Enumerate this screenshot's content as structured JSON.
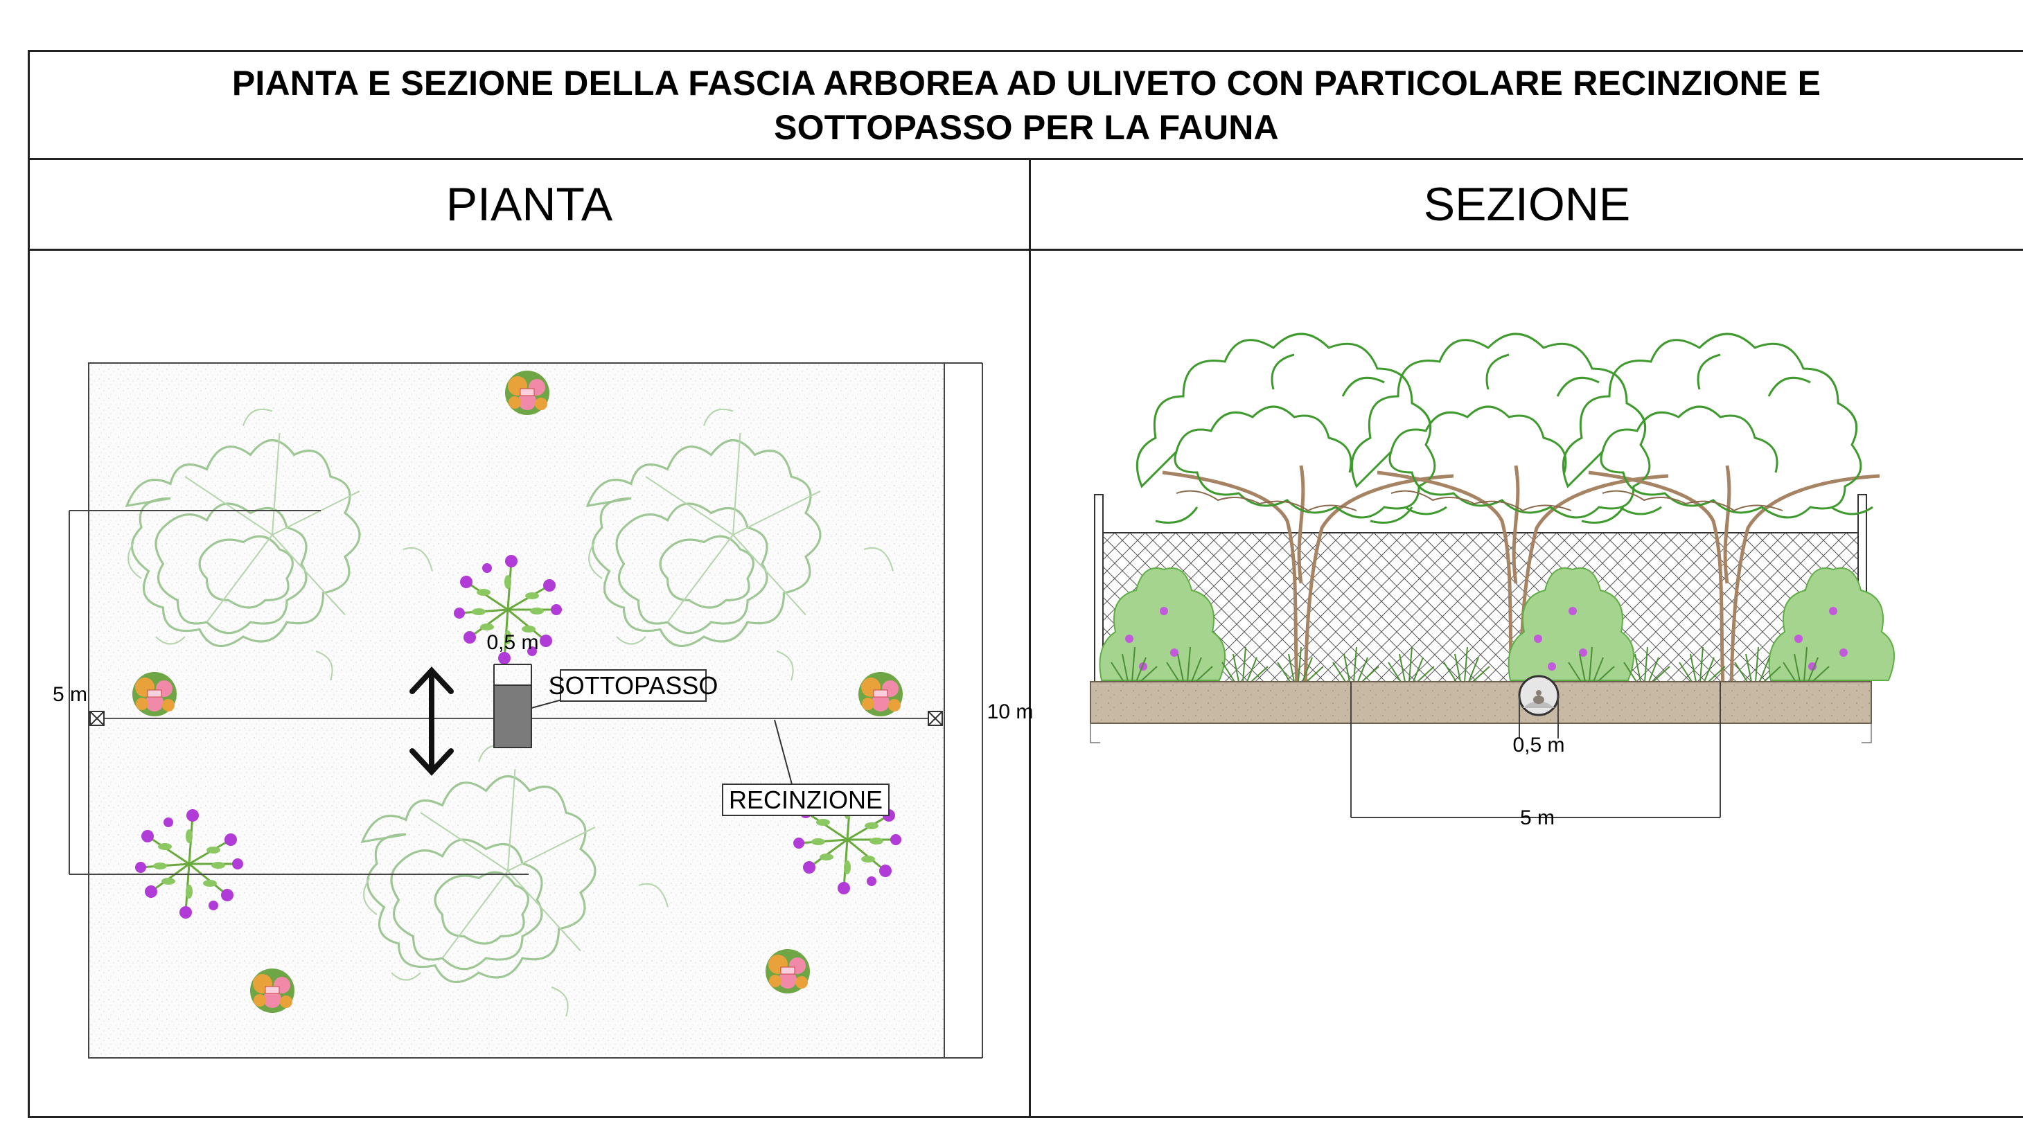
{
  "title": "PIANTA E SEZIONE DELLA FASCIA ARBOREA AD ULIVETO CON PARTICOLARE RECINZIONE E\nSOTTOPASSO PER LA FAUNA",
  "panels": {
    "plan": {
      "heading": "PIANTA",
      "labels": {
        "underpass": "SOTTOPASSO",
        "fence": "RECINZIONE",
        "dim_underpass": "0,5 m",
        "dim_width": "5 m",
        "dim_depth": "10 m"
      }
    },
    "section": {
      "heading": "SEZIONE",
      "labels": {
        "dim_underpass": "0,5 m",
        "dim_spacing": "5 m"
      }
    }
  },
  "colors": {
    "ground": "#c8b9a4",
    "olive_green": "#4f9e3a",
    "shrub_green": "#6dbb55",
    "flower_violet": "#b13bd6",
    "flower_pink": "#f08aa8",
    "underpass_grey": "#7b7b7b"
  }
}
